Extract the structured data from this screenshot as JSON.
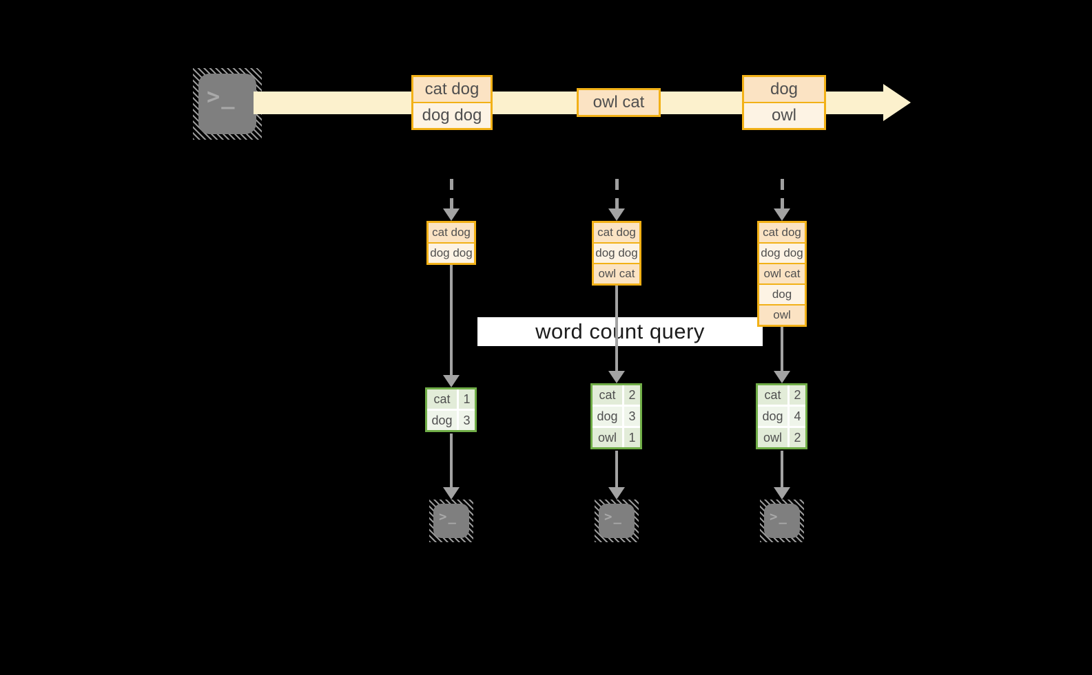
{
  "query_label": "word count query",
  "terminal_glyph": ">_",
  "colors": {
    "background": "#000000",
    "stream_arrow": "#fcf1cd",
    "event_border_gold": "#f2b117",
    "event_fill_dark": "#fbe3c3",
    "event_fill_light": "#fdf3e4",
    "table_border_green": "#70ad47",
    "table_fill_dark": "#e2ecd8",
    "table_fill_light": "#eff5ea",
    "arrow_gray": "#a3a3a3",
    "terminal_gray": "#7f7f7f",
    "cell_text": "#4f4f4f"
  },
  "stream_events": [
    {
      "lines": [
        "cat dog",
        "dog dog"
      ]
    },
    {
      "lines": [
        "owl cat"
      ]
    },
    {
      "lines": [
        "dog",
        "owl"
      ]
    }
  ],
  "micro_batches": [
    {
      "state": [
        "cat dog",
        "dog dog"
      ],
      "counts": [
        {
          "word": "cat",
          "count": "1"
        },
        {
          "word": "dog",
          "count": "3"
        }
      ]
    },
    {
      "state": [
        "cat dog",
        "dog dog",
        "owl cat"
      ],
      "counts": [
        {
          "word": "cat",
          "count": "2"
        },
        {
          "word": "dog",
          "count": "3"
        },
        {
          "word": "owl",
          "count": "1"
        }
      ]
    },
    {
      "state": [
        "cat dog",
        "dog dog",
        "owl cat",
        "dog",
        "owl"
      ],
      "counts": [
        {
          "word": "cat",
          "count": "2"
        },
        {
          "word": "dog",
          "count": "4"
        },
        {
          "word": "owl",
          "count": "2"
        }
      ]
    }
  ]
}
